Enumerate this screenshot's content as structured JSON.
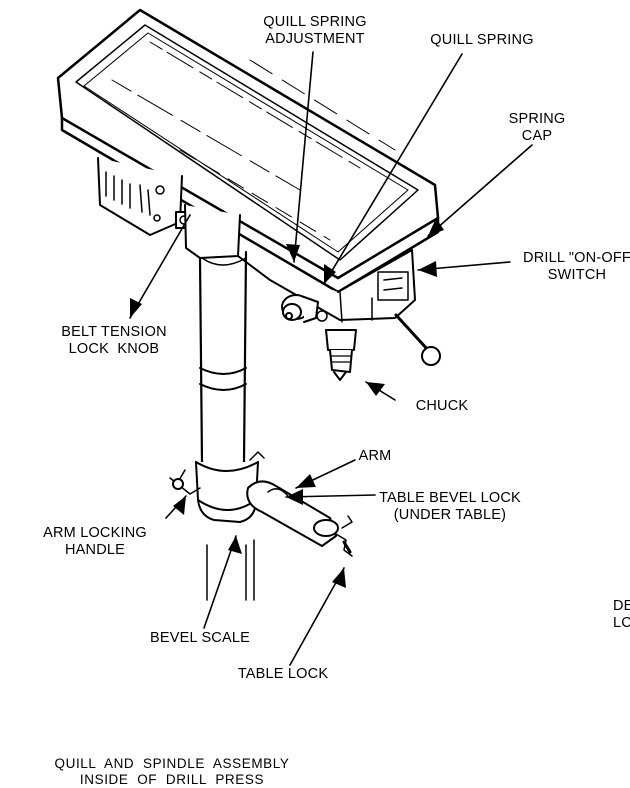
{
  "labels": {
    "quill_spring_adjustment": "QUILL SPRING\nADJUSTMENT",
    "quill_spring": "QUILL SPRING",
    "spring_cap": "SPRING\nCAP",
    "drill_switch": "DRILL \"ON-OFF\nSWITCH",
    "belt_tension_lock_knob": "BELT TENSION\nLOCK  KNOB",
    "chuck": "CHUCK",
    "arm": "ARM",
    "table_bevel_lock": "TABLE BEVEL LOCK\n(UNDER TABLE)",
    "arm_locking_handle": "ARM LOCKING\nHANDLE",
    "bevel_scale": "BEVEL SCALE",
    "table_lock": "TABLE LOCK",
    "partial_right": "DE\nLC"
  },
  "caption": "QUILL  AND  SPINDLE  ASSEMBLY\nINSIDE  OF  DRILL  PRESS",
  "colors": {
    "ink": "#000000",
    "paper": "#ffffff"
  }
}
